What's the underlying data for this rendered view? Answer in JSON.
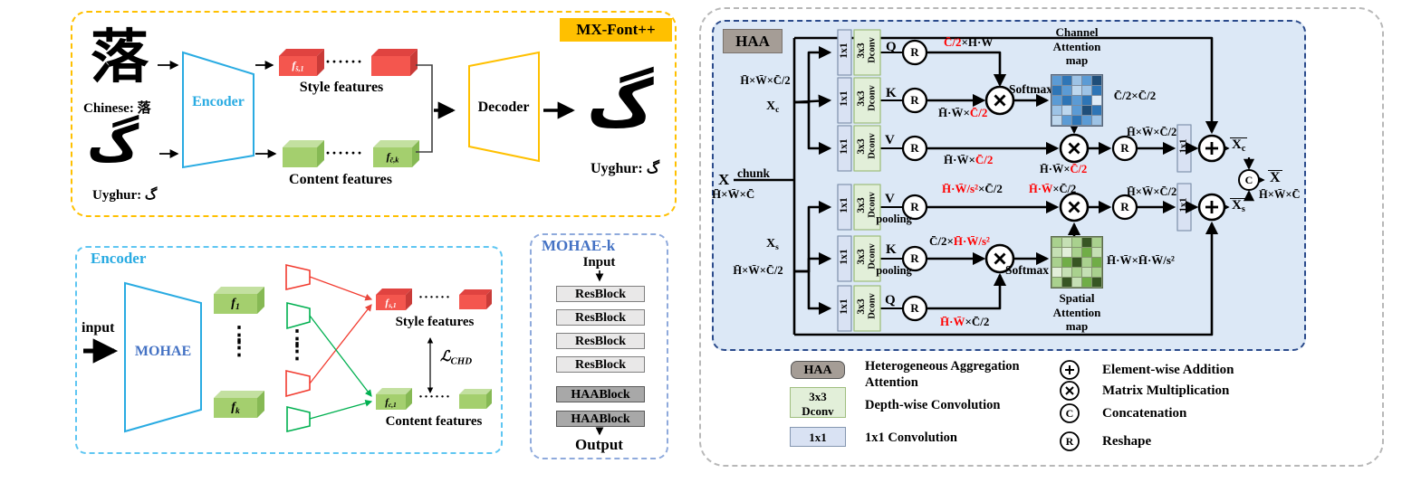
{
  "colors": {
    "accent_yellow": "#ffc000",
    "cyan": "#29abe2",
    "royal_blue": "#4472c4",
    "red_text": "#ff0000",
    "haa_panel_bg": "#dce8f6",
    "haa_border_navy": "#2a4a8b",
    "conv1x1_fill": "#d9e2f3",
    "conv3x3_fill": "#e2efd9",
    "gray_badge": "#a59d96",
    "style_box_red": "#f4564e",
    "content_box_green": "#a4cf6e"
  },
  "mxfont": {
    "badge": "MX-Font++",
    "chinese_glyph": "落",
    "chinese_label": "Chinese: 落",
    "uyghur_glyph": "گ",
    "uyghur_label": "Uyghur:  گ",
    "encoder": "Encoder",
    "decoder": "Decoder",
    "style_box": {
      "base": "f",
      "sub": "s̄,1"
    },
    "content_box": {
      "base": "f",
      "sub": "c̄,k"
    },
    "dots": "······",
    "style_features": "Style features",
    "content_features": "Content features",
    "output_glyph": "گ",
    "output_label": "Uyghur:  گ"
  },
  "encoder_panel": {
    "title": "Encoder",
    "input": "input",
    "mohae": "MOHAE",
    "f1": {
      "base": "f",
      "sub": "1"
    },
    "fk": {
      "base": "f",
      "sub": "k"
    },
    "fs1": {
      "base": "f",
      "sub": "s,1"
    },
    "fc1": {
      "base": "f",
      "sub": "c,1"
    },
    "dots": "······",
    "vdots": "⋮",
    "style_features": "Style features",
    "content_features": "Content features",
    "loss": {
      "base": "ℒ",
      "sub": "CHD"
    }
  },
  "mohaek": {
    "title": "MOHAE-k",
    "input": "Input",
    "output": "Output",
    "blocks": [
      {
        "label": "ResBlock",
        "type": "res"
      },
      {
        "label": "ResBlock",
        "type": "res"
      },
      {
        "label": "ResBlock",
        "type": "res"
      },
      {
        "label": "ResBlock",
        "type": "res"
      },
      {
        "label": "HAABlock",
        "type": "haa"
      },
      {
        "label": "HAABlock",
        "type": "haa"
      }
    ]
  },
  "haa": {
    "badge": "HAA",
    "x": "X",
    "chunk": "chunk",
    "dim_x": "H̄×W̄×C̄",
    "xc": {
      "base": "X",
      "sub": "c"
    },
    "xs": {
      "base": "X",
      "sub": "s"
    },
    "dim_half": "H̄×W̄×C̄/2",
    "conv1x1": "1x1",
    "conv3x3": "3x3",
    "dconv": "Dconv",
    "q": "Q",
    "k": "K",
    "v": "V",
    "pooling": "pooling",
    "r": "R",
    "concat": "C",
    "softmax": "Softmax",
    "channel_map_title": [
      "Channel",
      "Attention",
      "map"
    ],
    "spatial_map_title": [
      "Spatial",
      "Attention",
      "map"
    ],
    "labels": {
      "q_c": {
        "red": "C̄/2",
        "black": "×H̄·W̄"
      },
      "k_c": {
        "black": "H̄·W̄×",
        "red": "C̄/2"
      },
      "v_c": {
        "black": "H̄·W̄×",
        "red": "C̄/2"
      },
      "cmap_dim": {
        "red": "C̄/2×C̄/2"
      },
      "after_cmul": {
        "black": "H̄·W̄×",
        "red": "C̄/2"
      },
      "dim_r_c": "H̄×W̄×C̄/2",
      "v_s": {
        "red": "H̄·W̄/s²",
        "black": "×C̄/2"
      },
      "above_smul": {
        "red": "H̄·W̄",
        "black": "×C̄/2"
      },
      "dim_r_s": "H̄×W̄×C̄/2",
      "k_s": {
        "black": "C̄/2×",
        "red": "H̄·W̄/s²"
      },
      "q_s": {
        "red": "H̄·W̄",
        "black": "×C̄/2"
      },
      "smap_dim": {
        "red": "H̄·W̄×H̄·W̄/s²"
      }
    },
    "xc_out": {
      "base": "X",
      "sub": "c"
    },
    "xs_out": {
      "base": "X",
      "sub": "s"
    },
    "x_out": "X",
    "dim_out": "H̄×W̄×C̄",
    "channel_map_colors": [
      [
        "#5b9bd5",
        "#2e75b6",
        "#9dc3e6",
        "#5b9bd5",
        "#1f4e79"
      ],
      [
        "#2e75b6",
        "#5b9bd5",
        "#bdd7ee",
        "#9dc3e6",
        "#2e75b6"
      ],
      [
        "#5b9bd5",
        "#2e75b6",
        "#5b9bd5",
        "#2e75b6",
        "#deebf7"
      ],
      [
        "#9dc3e6",
        "#bdd7ee",
        "#5b9bd5",
        "#1f4e79",
        "#2e75b6"
      ],
      [
        "#bdd7ee",
        "#5b9bd5",
        "#2e75b6",
        "#5b9bd5",
        "#9dc3e6"
      ]
    ],
    "spatial_map_colors": [
      [
        "#a9d18e",
        "#c5e0b4",
        "#a9d18e",
        "#375623",
        "#a9d18e"
      ],
      [
        "#c5e0b4",
        "#e2efda",
        "#a9d18e",
        "#70ad47",
        "#c5e0b4"
      ],
      [
        "#a9d18e",
        "#70ad47",
        "#375623",
        "#a9d18e",
        "#70ad47"
      ],
      [
        "#e2efda",
        "#c5e0b4",
        "#a9d18e",
        "#c5e0b4",
        "#a9d18e"
      ],
      [
        "#a9d18e",
        "#375623",
        "#c5e0b4",
        "#70ad47",
        "#375623"
      ]
    ]
  },
  "legend": {
    "left": [
      {
        "box1": "HAA",
        "box2": "",
        "text": "Heterogeneous Aggregation Attention"
      },
      {
        "box1": "3x3",
        "box2": "Dconv",
        "text": "Depth-wise Convolution"
      },
      {
        "box1": "1x1",
        "box2": "",
        "text": "1x1 Convolution"
      }
    ],
    "right": [
      {
        "sym": "+",
        "text": "Element-wise Addition"
      },
      {
        "sym": "×",
        "text": "Matrix Multiplication"
      },
      {
        "sym": "C",
        "text": "Concatenation"
      },
      {
        "sym": "R",
        "text": "Reshape"
      }
    ]
  }
}
